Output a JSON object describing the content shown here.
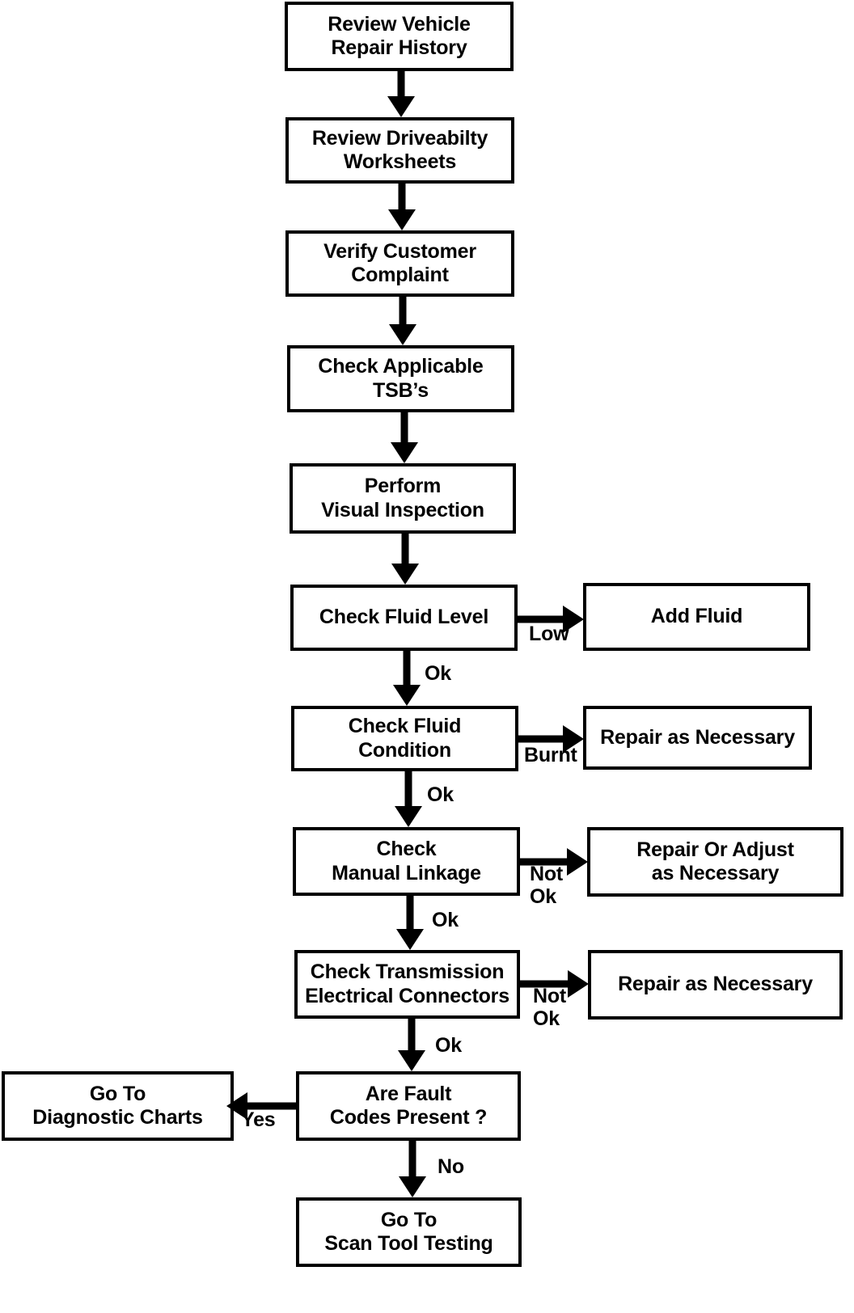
{
  "diagram": {
    "title": "Transmission Diagnostic Procedure Flowchart",
    "background_color": "#ffffff",
    "line_color": "#000000",
    "text_color": "#000000",
    "nodes": [
      {
        "id": "n1",
        "label": "Review Vehicle\nRepair History"
      },
      {
        "id": "n2",
        "label": "Review Driveabilty\nWorksheets"
      },
      {
        "id": "n3",
        "label": "Verify Customer\nComplaint"
      },
      {
        "id": "n4",
        "label": "Check Applicable\nTSB’s"
      },
      {
        "id": "n5",
        "label": "Perform\nVisual Inspection"
      },
      {
        "id": "n6",
        "label": "Check Fluid Level"
      },
      {
        "id": "n7",
        "label": "Add Fluid"
      },
      {
        "id": "n8",
        "label": "Check Fluid Condition"
      },
      {
        "id": "n9",
        "label": "Repair as Necessary"
      },
      {
        "id": "n10",
        "label": "Check\nManual Linkage"
      },
      {
        "id": "n11",
        "label": "Repair Or Adjust\nas Necessary"
      },
      {
        "id": "n12",
        "label": "Check Transmission\nElectrical Connectors"
      },
      {
        "id": "n13",
        "label": "Repair as Necessary"
      },
      {
        "id": "n14",
        "label": "Are Fault\nCodes Present ?"
      },
      {
        "id": "n15",
        "label": "Go To\nDiagnostic Charts"
      },
      {
        "id": "n16",
        "label": "Go To\nScan Tool Testing"
      }
    ],
    "edge_labels": {
      "low": "Low",
      "ok1": "Ok",
      "burnt": "Burnt",
      "ok2": "Ok",
      "not_ok1": "Not\nOk",
      "ok3": "Ok",
      "not_ok2": "Not\nOk",
      "ok4": "Ok",
      "yes": "Yes",
      "no": "No"
    }
  }
}
